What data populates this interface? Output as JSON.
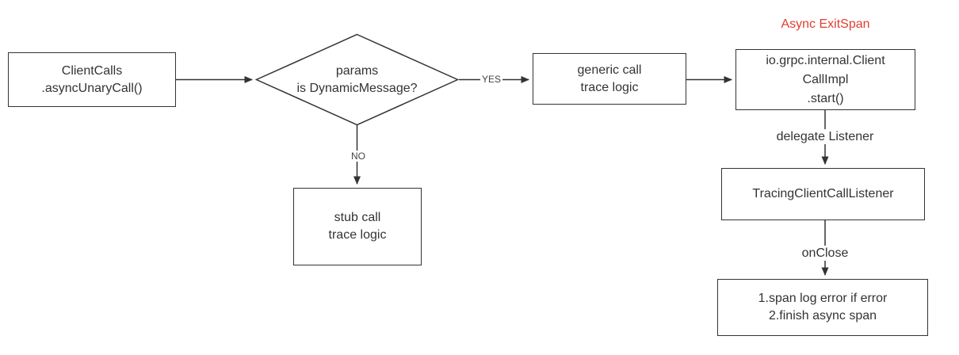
{
  "title": "Async ExitSpan",
  "colors": {
    "accent_red": "#e23c30",
    "stroke": "#333333",
    "text": "#333333"
  },
  "nodes": {
    "client_calls": {
      "line1": "ClientCalls",
      "line2": ".asyncUnaryCall()"
    },
    "decision": {
      "line1": "params",
      "line2": "is DynamicMessage?"
    },
    "generic_call": {
      "line1": "generic call",
      "line2": "trace logic"
    },
    "stub_call": {
      "line1": "stub call",
      "line2": "trace logic"
    },
    "call_impl": {
      "line1": "io.grpc.internal.Client",
      "line2": "CallImpl",
      "line3": ".start()"
    },
    "tracing_listener": {
      "label": "TracingClientCallListener"
    },
    "on_close_actions": {
      "line1": "1.span log error if error",
      "line2": "2.finish async span"
    }
  },
  "edge_labels": {
    "yes": "YES",
    "no": "NO",
    "delegate": "delegate Listener",
    "on_close": "onClose"
  }
}
